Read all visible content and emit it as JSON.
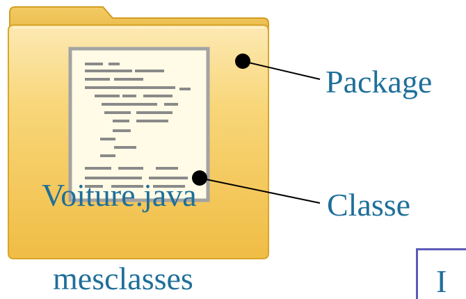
{
  "diagram": {
    "file_name": "Voiture.java",
    "folder_name": "mesclasses",
    "package_label": "Package",
    "class_label": "Classe",
    "partial_box_text": "I"
  },
  "colors": {
    "label_text": "#1f6f9a",
    "folder_fill_top": "#fbe3a0",
    "folder_fill_bottom": "#f1c14e",
    "folder_border": "#d8a52b",
    "document_fill": "#fffbe6",
    "document_border": "#a3a3a3",
    "code_lines": "#8a8a8a",
    "connector": "#000000",
    "partial_box_border": "#5a5ab8"
  },
  "icons": [
    "folder-icon",
    "document-icon"
  ]
}
